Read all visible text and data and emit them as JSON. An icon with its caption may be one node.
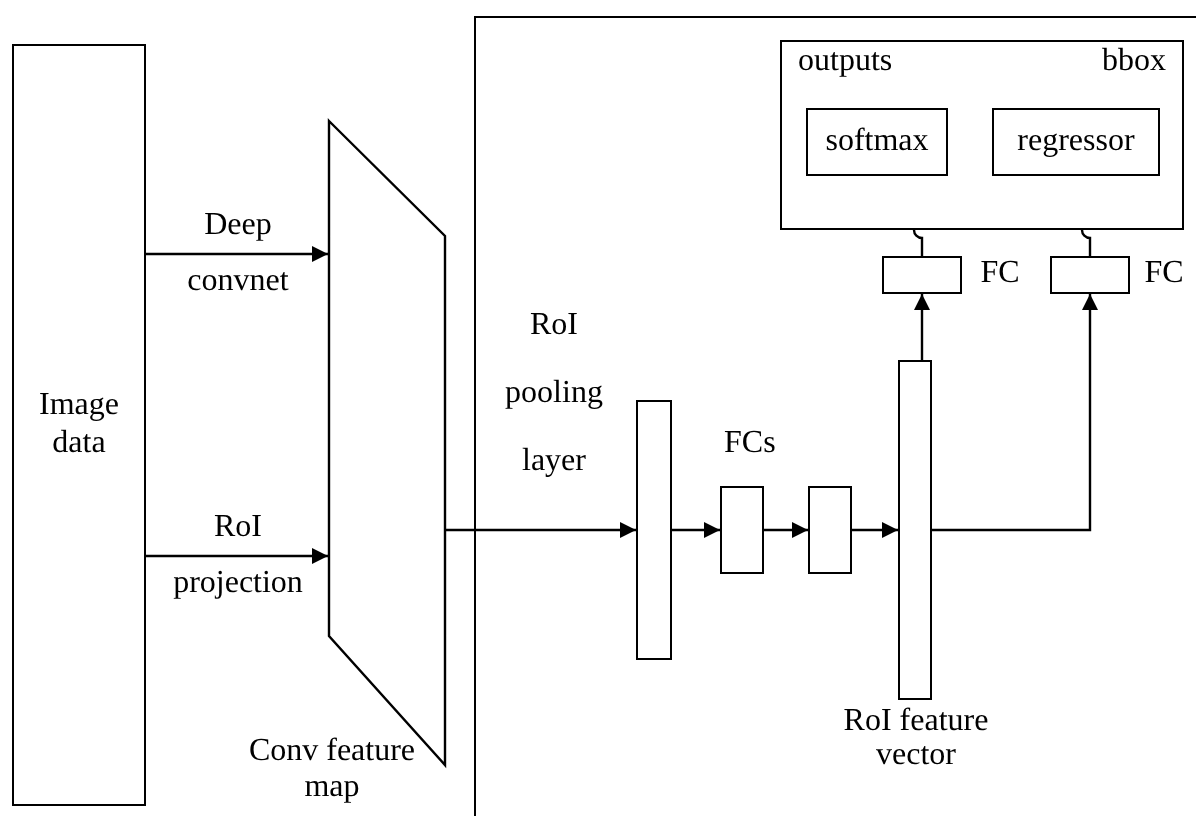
{
  "diagram": {
    "nodes": [
      {
        "text": [
          "Image data"
        ]
      },
      {
        "text": [],
        "shape": "trapezoid",
        "beside": [
          "Conv feature map"
        ]
      },
      {
        "text": [],
        "shape": "box"
      },
      {
        "text": [
          "outputs",
          "bbox"
        ],
        "in": 2
      },
      {
        "text": [
          "softmax"
        ],
        "in": 3
      },
      {
        "text": [
          "regressor"
        ],
        "in": 3
      },
      {
        "text": [],
        "shape": "box",
        "in": 2,
        "beside": [
          "FC"
        ]
      },
      {
        "text": [],
        "shape": "box",
        "in": 2,
        "beside": [
          "FC"
        ]
      },
      {
        "text": [],
        "shape": "bar",
        "in": 2,
        "beside": [
          "RoI pooling layer"
        ]
      },
      {
        "text": [],
        "shape": "box",
        "in": 2
      },
      {
        "text": [],
        "shape": "box",
        "in": 2
      },
      {
        "text": [],
        "shape": "bar",
        "in": 2,
        "beside": [
          "RoI feature vector"
        ]
      }
    ],
    "edges": [
      {
        "from": 0,
        "to": 1,
        "arrow": "to",
        "label": "Deep convnet"
      },
      {
        "from": 0,
        "to": 1,
        "arrow": "to",
        "label": "RoI projection"
      },
      {
        "from": 1,
        "to": 8,
        "arrow": "to"
      },
      {
        "from": 8,
        "to": 9,
        "arrow": "to"
      },
      {
        "from": 9,
        "to": 10,
        "arrow": "to"
      },
      {
        "from": 10,
        "to": 11,
        "arrow": "to"
      },
      {
        "from": 11,
        "to": 6,
        "arrow": "to"
      },
      {
        "from": 11,
        "to": 7,
        "arrow": "to"
      },
      {
        "from": 6,
        "to": 4,
        "arrow": "to"
      },
      {
        "from": 7,
        "to": 5,
        "arrow": "to"
      }
    ],
    "labels": [
      "FCs"
    ]
  }
}
